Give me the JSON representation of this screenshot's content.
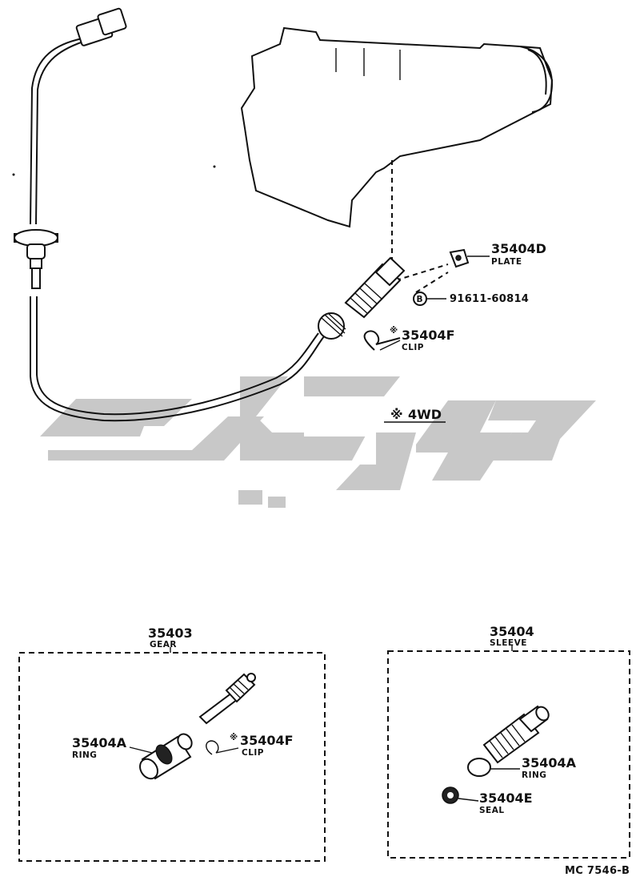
{
  "labels": {
    "plate_code": "35404D",
    "plate_name": "PLATE",
    "bolt_code": "91611-60814",
    "bolt_marker": "B",
    "clip_code": "35404F",
    "clip_name": "CLIP",
    "clip_marker": "※",
    "note_4wd": "4WD",
    "note_marker": "※",
    "gear_code": "35403",
    "gear_name": "GEAR",
    "gear_ring_code": "35404A",
    "gear_ring_name": "RING",
    "gear_clip_code": "35404F",
    "gear_clip_name": "CLIP",
    "sleeve_code": "35404",
    "sleeve_name": "SLEEVE",
    "sleeve_ring_code": "35404A",
    "sleeve_ring_name": "RING",
    "seal_code": "35404E",
    "seal_name": "SEAL",
    "figure_ref": "MC 7546-B"
  },
  "colors": {
    "ink": "#111111",
    "watermark": "#c8c8c8",
    "background": "#ffffff"
  },
  "icons": {
    "watermark": "watermark-logo"
  }
}
